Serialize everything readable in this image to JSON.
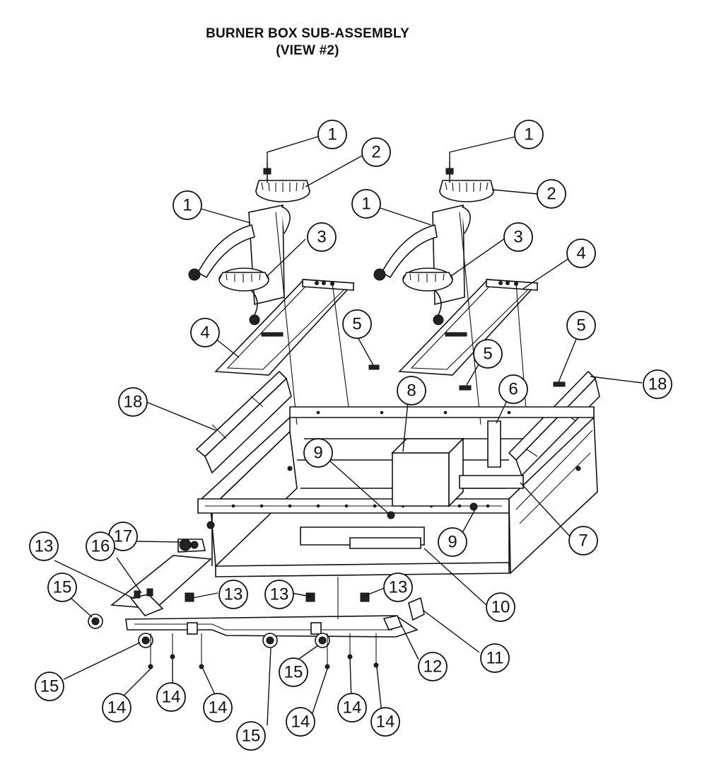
{
  "title": {
    "line1": "BURNER BOX SUB-ASSEMBLY",
    "line2": "(VIEW #2)"
  },
  "callouts": [
    {
      "id": "c1",
      "label": "1"
    },
    {
      "id": "c2",
      "label": "2"
    },
    {
      "id": "c3",
      "label": "1"
    },
    {
      "id": "c4",
      "label": "3"
    },
    {
      "id": "c5",
      "label": "1"
    },
    {
      "id": "c6",
      "label": "2"
    },
    {
      "id": "c7",
      "label": "1"
    },
    {
      "id": "c8",
      "label": "3"
    },
    {
      "id": "c9",
      "label": "4"
    },
    {
      "id": "c10",
      "label": "4"
    },
    {
      "id": "c11",
      "label": "5"
    },
    {
      "id": "c12",
      "label": "5"
    },
    {
      "id": "c13",
      "label": "5"
    },
    {
      "id": "c14",
      "label": "18"
    },
    {
      "id": "c15",
      "label": "18"
    },
    {
      "id": "c16",
      "label": "8"
    },
    {
      "id": "c17",
      "label": "6"
    },
    {
      "id": "c18",
      "label": "9"
    },
    {
      "id": "c19",
      "label": "7"
    },
    {
      "id": "c20",
      "label": "9"
    },
    {
      "id": "c21",
      "label": "17"
    },
    {
      "id": "c22",
      "label": "16"
    },
    {
      "id": "c23",
      "label": "13"
    },
    {
      "id": "c24",
      "label": "15"
    },
    {
      "id": "c25",
      "label": "13"
    },
    {
      "id": "c26",
      "label": "13"
    },
    {
      "id": "c27",
      "label": "13"
    },
    {
      "id": "c28",
      "label": "10"
    },
    {
      "id": "c29",
      "label": "11"
    },
    {
      "id": "c30",
      "label": "12"
    },
    {
      "id": "c31",
      "label": "15"
    },
    {
      "id": "c32",
      "label": "14"
    },
    {
      "id": "c33",
      "label": "14"
    },
    {
      "id": "c34",
      "label": "14"
    },
    {
      "id": "c35",
      "label": "15"
    },
    {
      "id": "c36",
      "label": "15"
    },
    {
      "id": "c37",
      "label": "14"
    },
    {
      "id": "c38",
      "label": "14"
    },
    {
      "id": "c39",
      "label": "14"
    }
  ]
}
